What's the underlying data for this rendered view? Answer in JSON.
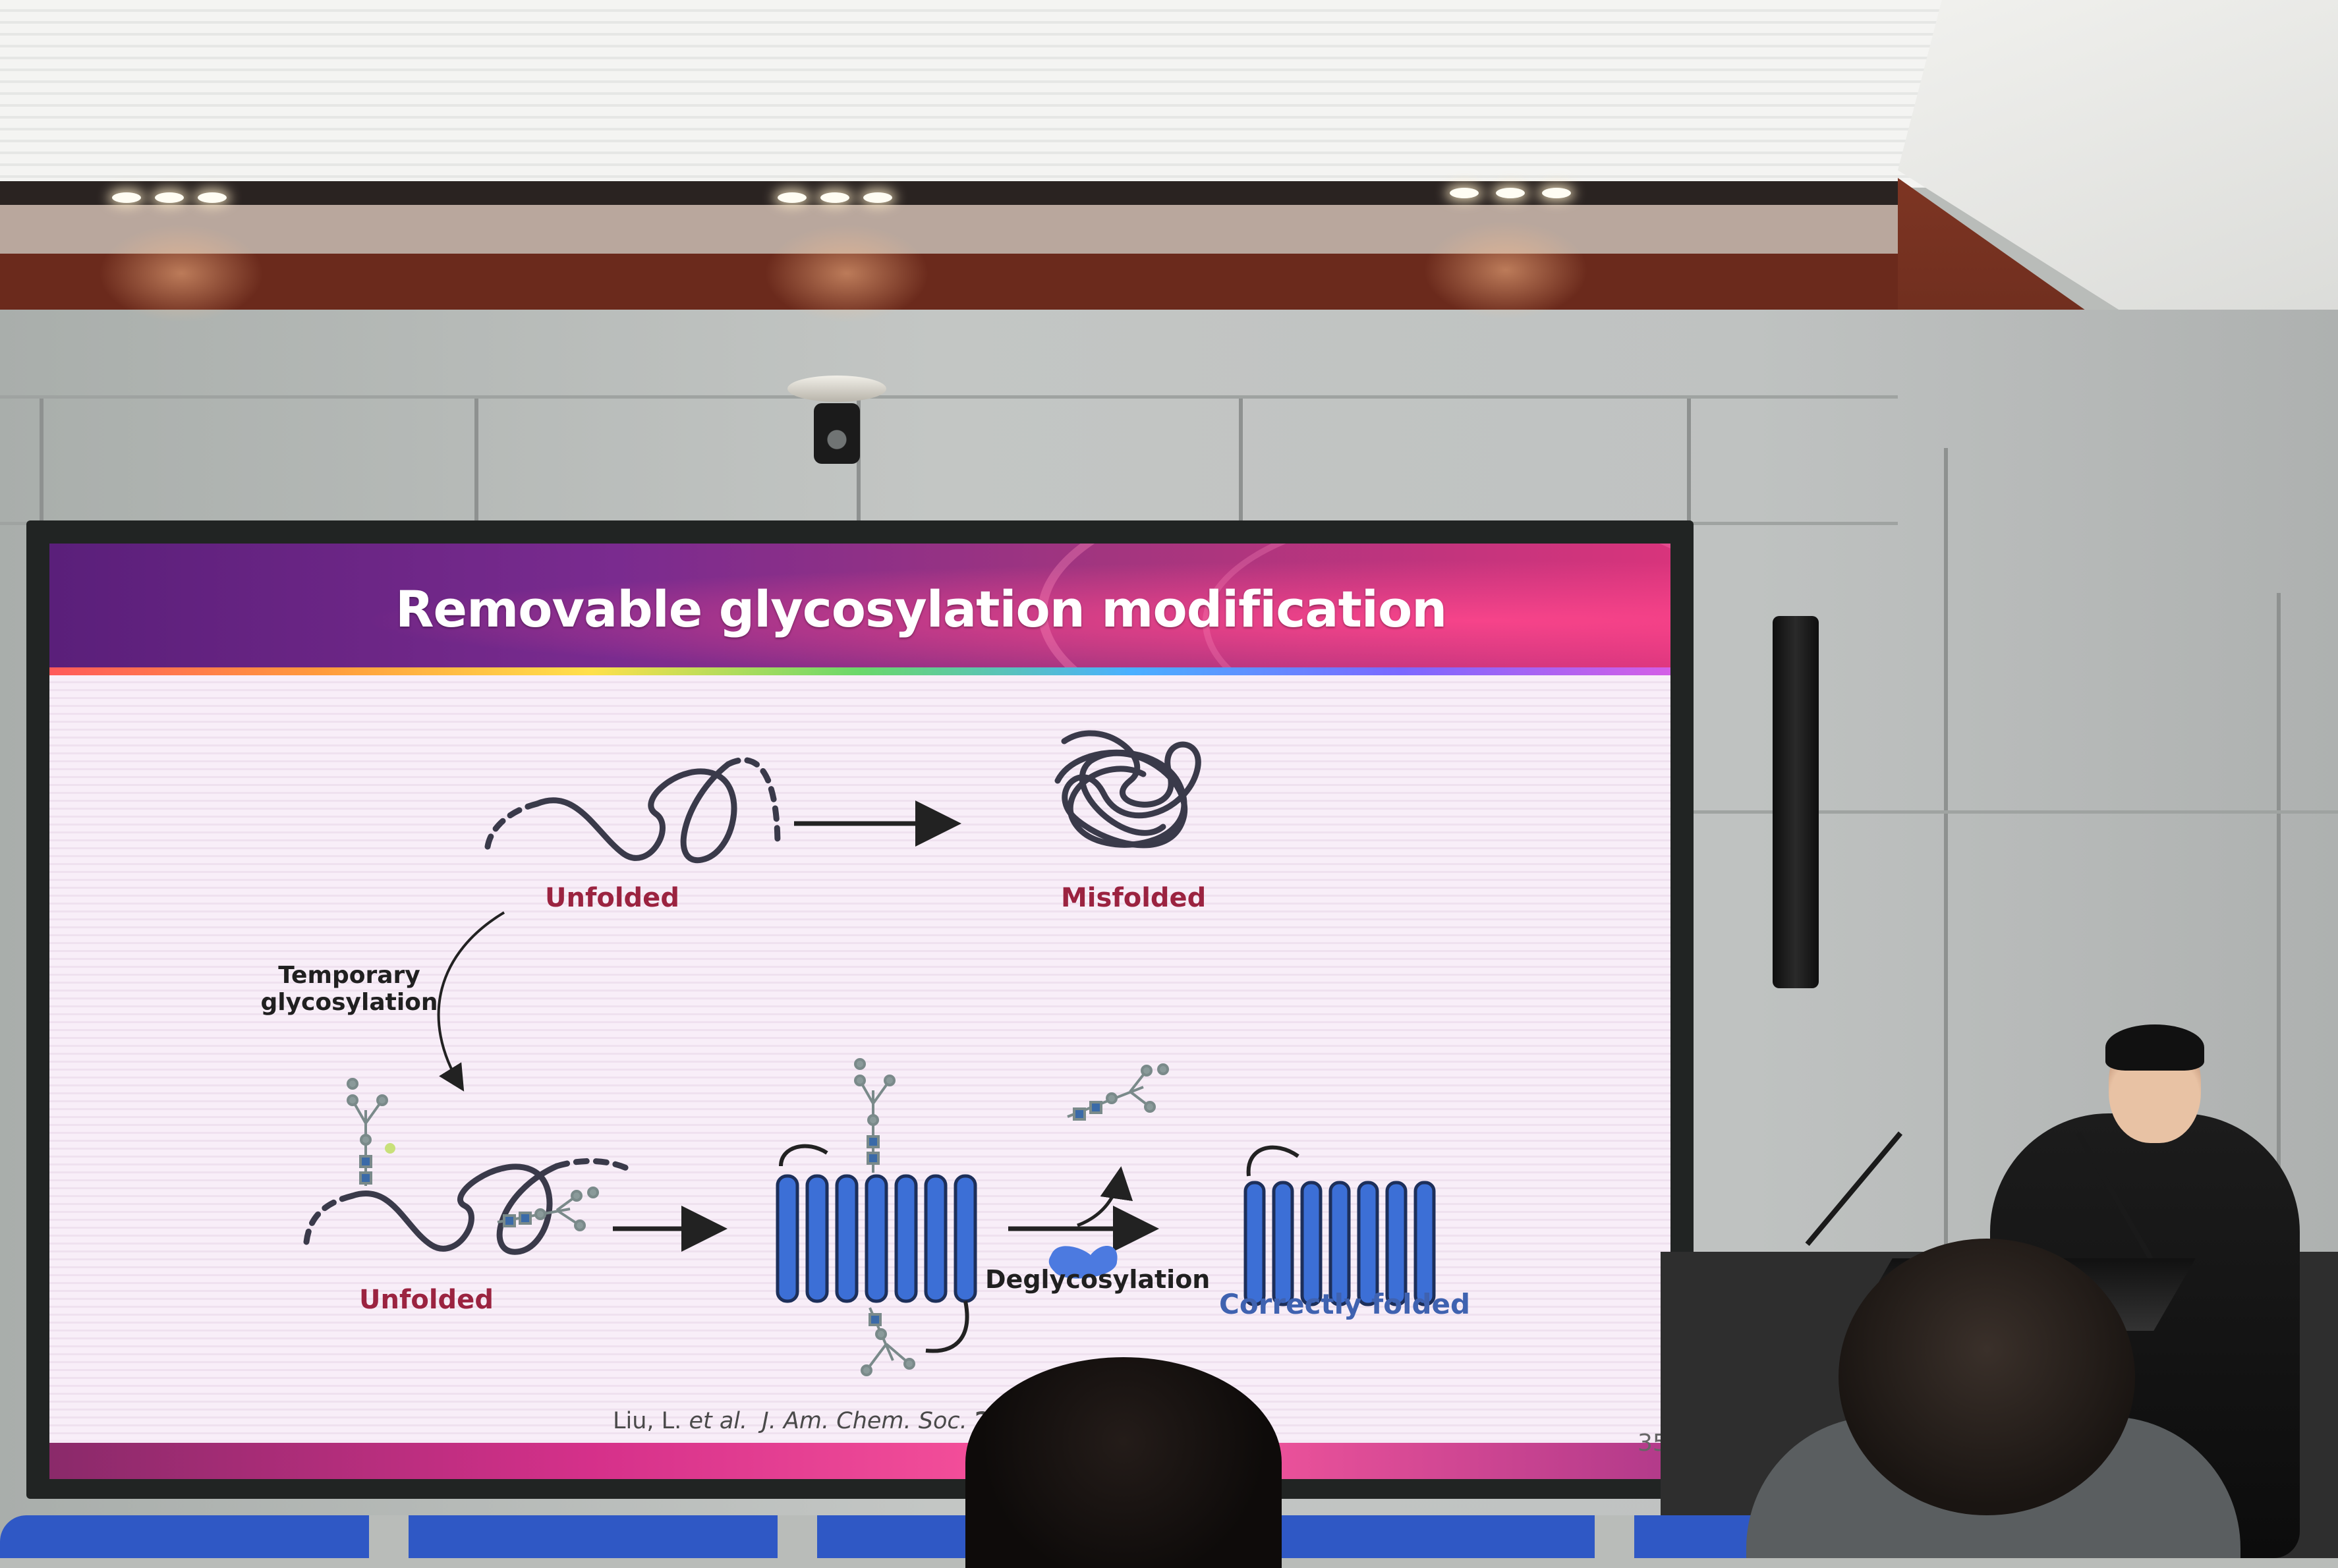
{
  "slide": {
    "title": "Removable glycosylation modification",
    "labels": {
      "unfolded_top": "Unfolded",
      "misfolded": "Misfolded",
      "temporary_line1": "Temporary",
      "temporary_line2": "glycosylation",
      "unfolded_bottom": "Unfolded",
      "deglycosylation": "Deglycosylation",
      "correctly_folded": "Correctly folded"
    },
    "citation": {
      "authors": "Liu, L.",
      "et_al": "et al.",
      "journal": "J. Am. Chem. Soc.",
      "year": "2022"
    },
    "page_number": "35"
  },
  "colors": {
    "label_red": "#9b2340",
    "label_blue": "#3f62b0",
    "protein_blue": "#3c6fd6",
    "chain_dark": "#3a3a4a"
  }
}
